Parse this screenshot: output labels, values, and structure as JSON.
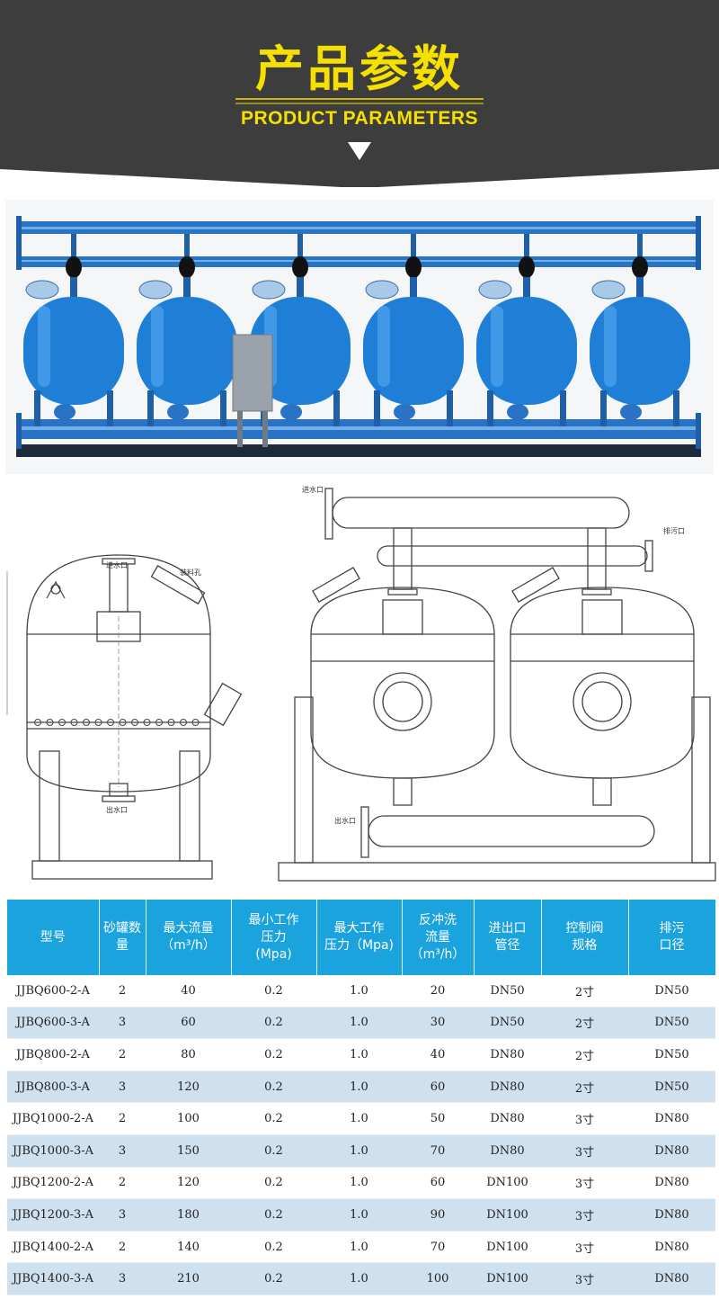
{
  "header": {
    "title_cn": "产品参数",
    "title_en": "PRODUCT PARAMETERS",
    "bg_color": "#3d3d3d",
    "accent_color": "#f5e000"
  },
  "photo": {
    "alt": "砂罐过滤器组 产品实拍",
    "tank_color": "#1f7fd6",
    "tank_count": 6
  },
  "drawing": {
    "left_labels": {
      "inlet": "进水口",
      "manhole": "装料孔",
      "outlet": "出水口"
    },
    "right_labels": {
      "inlet": "进水口",
      "drain": "排污口",
      "outlet": "出水口"
    }
  },
  "table": {
    "columns": [
      [
        "型号"
      ],
      [
        "砂罐数",
        "量"
      ],
      [
        "最大流量",
        "（m³/h）"
      ],
      [
        "最小工作",
        "压力",
        "(Mpa)"
      ],
      [
        "最大工作",
        "压力（Mpa)"
      ],
      [
        "反冲洗",
        "流量",
        "（m³/h）"
      ],
      [
        "进出口",
        "管径"
      ],
      [
        "控制阀",
        "规格"
      ],
      [
        "排污",
        "口径"
      ]
    ],
    "rows": [
      [
        "JJBQ600-2-A",
        "2",
        "40",
        "0.2",
        "1.0",
        "20",
        "DN50",
        "2寸",
        "DN50"
      ],
      [
        "JJBQ600-3-A",
        "3",
        "60",
        "0.2",
        "1.0",
        "30",
        "DN50",
        "2寸",
        "DN50"
      ],
      [
        "JJBQ800-2-A",
        "2",
        "80",
        "0.2",
        "1.0",
        "40",
        "DN80",
        "2寸",
        "DN50"
      ],
      [
        "JJBQ800-3-A",
        "3",
        "120",
        "0.2",
        "1.0",
        "60",
        "DN80",
        "2寸",
        "DN50"
      ],
      [
        "JJBQ1000-2-A",
        "2",
        "100",
        "0.2",
        "1.0",
        "50",
        "DN80",
        "3寸",
        "DN80"
      ],
      [
        "JJBQ1000-3-A",
        "3",
        "150",
        "0.2",
        "1.0",
        "70",
        "DN80",
        "3寸",
        "DN80"
      ],
      [
        "JJBQ1200-2-A",
        "2",
        "120",
        "0.2",
        "1.0",
        "60",
        "DN100",
        "3寸",
        "DN80"
      ],
      [
        "JJBQ1200-3-A",
        "3",
        "180",
        "0.2",
        "1.0",
        "90",
        "DN100",
        "3寸",
        "DN80"
      ],
      [
        "JJBQ1400-2-A",
        "2",
        "140",
        "0.2",
        "1.0",
        "70",
        "DN100",
        "3寸",
        "DN80"
      ],
      [
        "JJBQ1400-3-A",
        "3",
        "210",
        "0.2",
        "1.0",
        "100",
        "DN100",
        "3寸",
        "DN80"
      ]
    ]
  }
}
